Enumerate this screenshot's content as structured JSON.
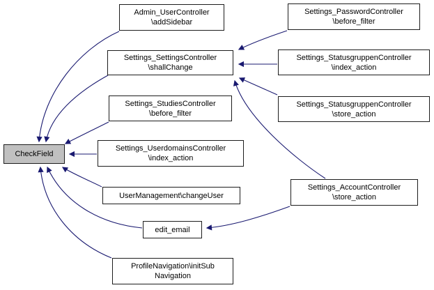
{
  "diagram": {
    "kind": "doxygen-caller-graph",
    "colors": {
      "edge": "#191970",
      "node_fill": "#ffffff",
      "node_border": "#1c1c1c",
      "highlight_fill": "#c0c0c0",
      "text": "#000000"
    },
    "nodes": [
      {
        "id": "checkfield",
        "label": "CheckField",
        "highlighted": true
      },
      {
        "id": "admin-usercontroller-addsidebar",
        "label": "Admin_UserController\n\\addSidebar",
        "highlighted": false
      },
      {
        "id": "settings-passwordcontroller-before-filter",
        "label": "Settings_PasswordController\n\\before_filter",
        "highlighted": false
      },
      {
        "id": "settings-settingscontroller-shallchange",
        "label": "Settings_SettingsController\n\\shallChange",
        "highlighted": false
      },
      {
        "id": "settings-statusgruppencontroller-index-action",
        "label": "Settings_StatusgruppenController\n\\index_action",
        "highlighted": false
      },
      {
        "id": "settings-studiescontroller-before-filter",
        "label": "Settings_StudiesController\n\\before_filter",
        "highlighted": false
      },
      {
        "id": "settings-statusgruppencontroller-store-action",
        "label": "Settings_StatusgruppenController\n\\store_action",
        "highlighted": false
      },
      {
        "id": "settings-userdomainscontroller-index-action",
        "label": "Settings_UserdomainsController\n\\index_action",
        "highlighted": false
      },
      {
        "id": "usermanagement-changeuser",
        "label": "UserManagement\\changeUser",
        "highlighted": false
      },
      {
        "id": "settings-accountcontroller-store-action",
        "label": "Settings_AccountController\n\\store_action",
        "highlighted": false
      },
      {
        "id": "edit-email",
        "label": "edit_email",
        "highlighted": false
      },
      {
        "id": "profilenavigation-initsubnavigation",
        "label": "ProfileNavigation\\initSub\nNavigation",
        "highlighted": false
      }
    ],
    "edges": [
      {
        "from": "admin-usercontroller-addsidebar",
        "to": "checkfield"
      },
      {
        "from": "settings-settingscontroller-shallchange",
        "to": "checkfield"
      },
      {
        "from": "settings-studiescontroller-before-filter",
        "to": "checkfield"
      },
      {
        "from": "settings-userdomainscontroller-index-action",
        "to": "checkfield"
      },
      {
        "from": "usermanagement-changeuser",
        "to": "checkfield"
      },
      {
        "from": "edit-email",
        "to": "checkfield"
      },
      {
        "from": "profilenavigation-initsubnavigation",
        "to": "checkfield"
      },
      {
        "from": "settings-passwordcontroller-before-filter",
        "to": "settings-settingscontroller-shallchange"
      },
      {
        "from": "settings-statusgruppencontroller-index-action",
        "to": "settings-settingscontroller-shallchange"
      },
      {
        "from": "settings-statusgruppencontroller-store-action",
        "to": "settings-settingscontroller-shallchange"
      },
      {
        "from": "settings-accountcontroller-store-action",
        "to": "settings-settingscontroller-shallchange"
      },
      {
        "from": "settings-accountcontroller-store-action",
        "to": "edit-email"
      }
    ]
  }
}
